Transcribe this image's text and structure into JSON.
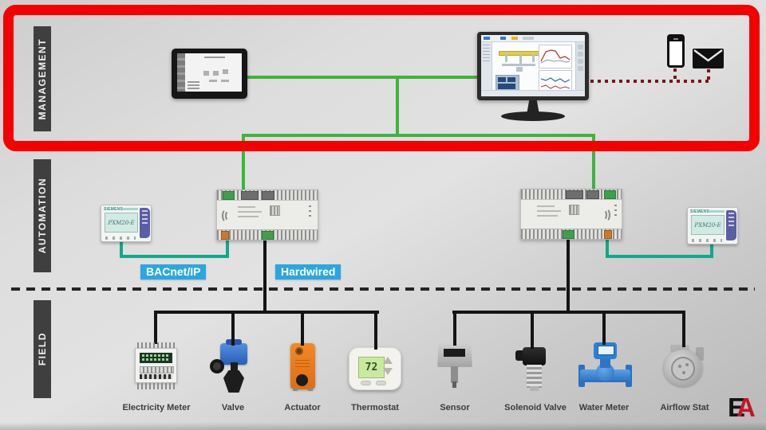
{
  "colors": {
    "highlight_box": "#F40000",
    "management_link": "#3CB53C",
    "bacnet_link": "#0EA98C",
    "hardwired_link": "#141414",
    "notification_link": "#7A1518",
    "protocol_label_bg": "#2AA7E0",
    "layer_bar_bg": "#3F3F3F"
  },
  "layer_bars": [
    {
      "label": "MANAGEMENT"
    },
    {
      "label": "AUTOMATION"
    },
    {
      "label": "FIELD"
    }
  ],
  "protocol_labels": {
    "bacnet": "BACnet/IP",
    "hardwired": "Hardwired"
  },
  "automation": {
    "module_left": {
      "brand": "SIEMENS",
      "model": "PXM20-E"
    },
    "module_right": {
      "brand": "SIEMENS",
      "model": "PXM20-E"
    }
  },
  "field_devices": [
    {
      "label": "Electricity Meter"
    },
    {
      "label": "Valve"
    },
    {
      "label": "Actuator"
    },
    {
      "label": "Thermostat",
      "display": "72"
    },
    {
      "label": "Sensor"
    },
    {
      "label": "Solenoid Valve"
    },
    {
      "label": "Water Meter"
    },
    {
      "label": "Airflow Stat"
    }
  ],
  "logo": {
    "letter_1": "E",
    "letter_2": "A"
  }
}
